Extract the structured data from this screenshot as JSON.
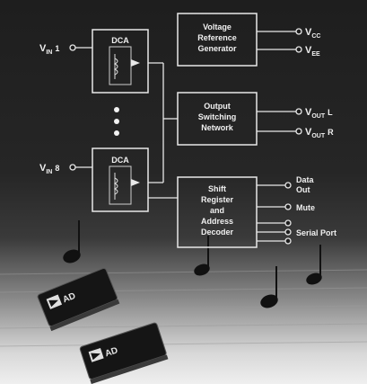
{
  "diagram": {
    "blocks": {
      "dca_top": "DCA",
      "dca_bottom": "DCA",
      "voltage_reference": [
        "Voltage",
        "Reference",
        "Generator"
      ],
      "output_switching": [
        "Output",
        "Switching",
        "Network"
      ],
      "shift_register": [
        "Shift",
        "Register",
        "and",
        "Address",
        "Decoder"
      ]
    },
    "inputs": {
      "vin_top": {
        "base": "V",
        "sub": "IN",
        "suffix": "1"
      },
      "vin_bottom": {
        "base": "V",
        "sub": "IN",
        "suffix": "8"
      }
    },
    "pins": {
      "vcc": {
        "base": "V",
        "sub": "CC"
      },
      "vee": {
        "base": "V",
        "sub": "EE"
      },
      "vout_l": {
        "base": "V",
        "sub": "OUT",
        "suffix": "L"
      },
      "vout_r": {
        "base": "V",
        "sub": "OUT",
        "suffix": "R"
      },
      "data_out": [
        "Data",
        "Out"
      ],
      "mute": "Mute",
      "serial_port": "Serial Port"
    },
    "chips": {
      "chip1": "AD",
      "chip2": "AD"
    }
  },
  "colors": {
    "background_top": "#1e1e1e",
    "line": "#e8e8e8",
    "text": "#f0f0f0"
  }
}
